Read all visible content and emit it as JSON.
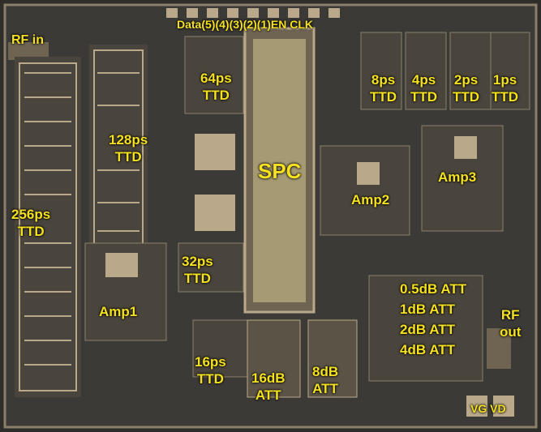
{
  "colors": {
    "label_yellow": "#f5e11f",
    "substrate": "#3c3a37",
    "metal": "#b9a98a",
    "metal_dark": "#6f6452",
    "spc_fill": "#a59a73"
  },
  "labels": {
    "rf_in": "RF in",
    "data_bus": "Data(5)(4)(3)(2)(1)EN CLK",
    "ttd_64": [
      "64ps",
      "TTD"
    ],
    "ttd_128": [
      "128ps",
      "TTD"
    ],
    "ttd_256": [
      "256ps",
      "TTD"
    ],
    "ttd_32": [
      "32ps",
      "TTD"
    ],
    "ttd_16": [
      "16ps",
      "TTD"
    ],
    "ttd_8": [
      "8ps",
      "TTD"
    ],
    "ttd_4": [
      "4ps",
      "TTD"
    ],
    "ttd_2": [
      "2ps",
      "TTD"
    ],
    "ttd_1": [
      "1ps",
      "TTD"
    ],
    "spc": "SPC",
    "amp1": "Amp1",
    "amp2": "Amp2",
    "amp3": "Amp3",
    "att_16": [
      "16dB",
      "ATT"
    ],
    "att_8": [
      "8dB",
      "ATT"
    ],
    "att_small": [
      "0.5dB ATT",
      "1dB ATT",
      "2dB ATT",
      "4dB ATT"
    ],
    "rf_out": [
      "RF",
      "out"
    ],
    "vg_vd": "VG VD"
  }
}
